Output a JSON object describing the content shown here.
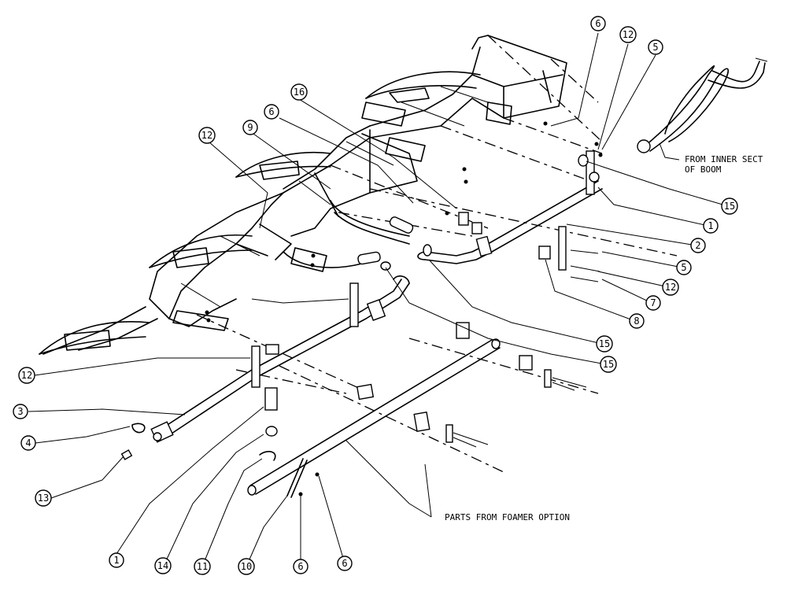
{
  "callouts": [
    {
      "label": "6"
    },
    {
      "label": "12"
    },
    {
      "label": "5"
    },
    {
      "label": "16"
    },
    {
      "label": "6"
    },
    {
      "label": "9"
    },
    {
      "label": "12"
    },
    {
      "label": "15"
    },
    {
      "label": "1"
    },
    {
      "label": "2"
    },
    {
      "label": "5"
    },
    {
      "label": "12"
    },
    {
      "label": "7"
    },
    {
      "label": "8"
    },
    {
      "label": "15"
    },
    {
      "label": "15"
    },
    {
      "label": "12"
    },
    {
      "label": "3"
    },
    {
      "label": "4"
    },
    {
      "label": "13"
    },
    {
      "label": "1"
    },
    {
      "label": "14"
    },
    {
      "label": "11"
    },
    {
      "label": "10"
    },
    {
      "label": "6"
    },
    {
      "label": "6"
    }
  ],
  "notes": {
    "inner_section_line1": "FROM INNER SECT",
    "inner_section_line2": "OF BOOM",
    "foamer": "PARTS FROM FOAMER OPTION"
  }
}
